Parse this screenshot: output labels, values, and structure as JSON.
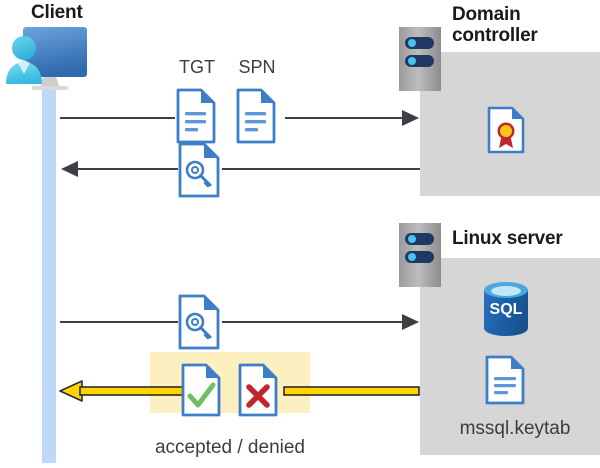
{
  "diagram": {
    "title_client": "Client",
    "title_domain_controller": "Domain\ncontroller",
    "title_linux_server": "Linux server",
    "label_tgt": "TGT",
    "label_spn": "SPN",
    "label_keytab": "mssql.keytab",
    "label_result": "accepted / denied",
    "label_sql": "SQL"
  },
  "icons": {
    "client": "client-user-monitor-icon",
    "server_rack": "server-rack-icon",
    "document_tgt": "document-lines-icon",
    "document_spn": "document-lines-icon",
    "document_key_1": "document-key-icon",
    "document_key_2": "document-key-icon",
    "document_certificate": "document-certificate-icon",
    "document_accepted": "document-check-icon",
    "document_denied": "document-cross-icon",
    "database_sql": "sql-database-icon",
    "document_keytab": "document-lines-icon"
  },
  "colors": {
    "lifeline_blue": "#bed8f7",
    "panel_gray": "#d6d6d6",
    "connector_dark": "#3f3f46",
    "highlight_yellow": "#fdf0c0",
    "gold_arrow": "#ffd400",
    "doc_blue": "#3c7ec8",
    "accept_green": "#6fbf63",
    "deny_red": "#c0272d",
    "sql_blue": "#1b5fa8",
    "cert_red": "#c0272d",
    "cert_gold": "#f5c518",
    "text_dark": "#1a1a1a",
    "text_gray": "#3d3d3d"
  },
  "flows": [
    {
      "name": "client-to-dc-tgt-spn",
      "direction": "right",
      "style": "thin-dark"
    },
    {
      "name": "dc-to-client-ticket",
      "direction": "left",
      "style": "thin-dark"
    },
    {
      "name": "client-to-linux-ticket",
      "direction": "right",
      "style": "thin-dark"
    },
    {
      "name": "linux-to-client-result",
      "direction": "left",
      "style": "gold-thick"
    }
  ]
}
